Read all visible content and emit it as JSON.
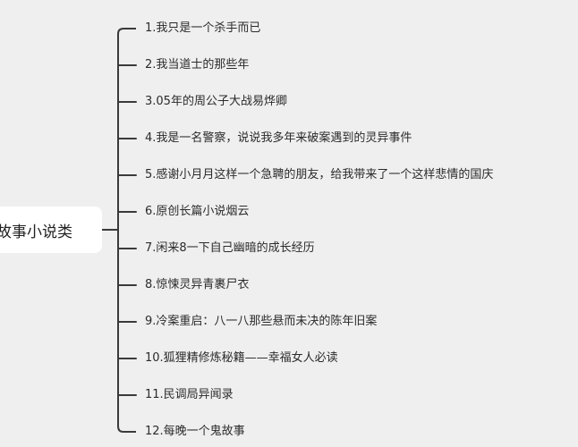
{
  "mindmap": {
    "root": {
      "label": "故事小说类"
    },
    "branches": [
      {
        "label": "1.我只是一个杀手而已"
      },
      {
        "label": "2.我当道士的那些年"
      },
      {
        "label": "3.05年的周公子大战易烨卿"
      },
      {
        "label": "4.我是一名警察，说说我多年来破案遇到的灵异事件"
      },
      {
        "label": "5.感谢小月月这样一个急聘的朋友，给我带来了一个这样悲情的国庆"
      },
      {
        "label": "6.原创长篇小说烟云"
      },
      {
        "label": "7.闲来8一下自己幽暗的成长经历"
      },
      {
        "label": "8.惊悚灵异青裹尸衣"
      },
      {
        "label": "9.冷案重启：八一八那些悬而未决的陈年旧案"
      },
      {
        "label": "10.狐狸精修炼秘籍——幸福女人必读"
      },
      {
        "label": "11.民调局异闻录"
      },
      {
        "label": "12.每晚一个鬼故事"
      }
    ],
    "colors": {
      "line": "#3a3a3a",
      "text": "#2b2b2b",
      "node_bg": "#ffffff",
      "canvas_bg": "#efefef"
    }
  }
}
